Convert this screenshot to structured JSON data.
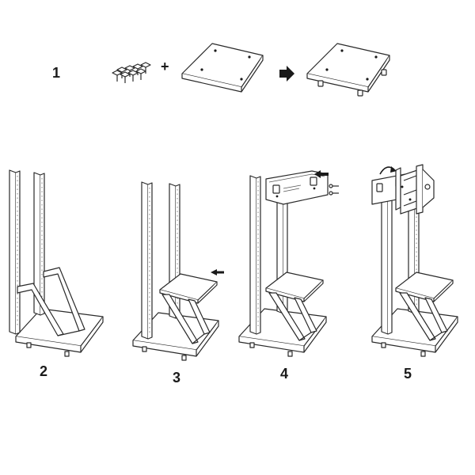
{
  "steps": [
    {
      "number": "1"
    },
    {
      "number": "2"
    },
    {
      "number": "3"
    },
    {
      "number": "4"
    },
    {
      "number": "5"
    }
  ],
  "operator_plus": "+"
}
